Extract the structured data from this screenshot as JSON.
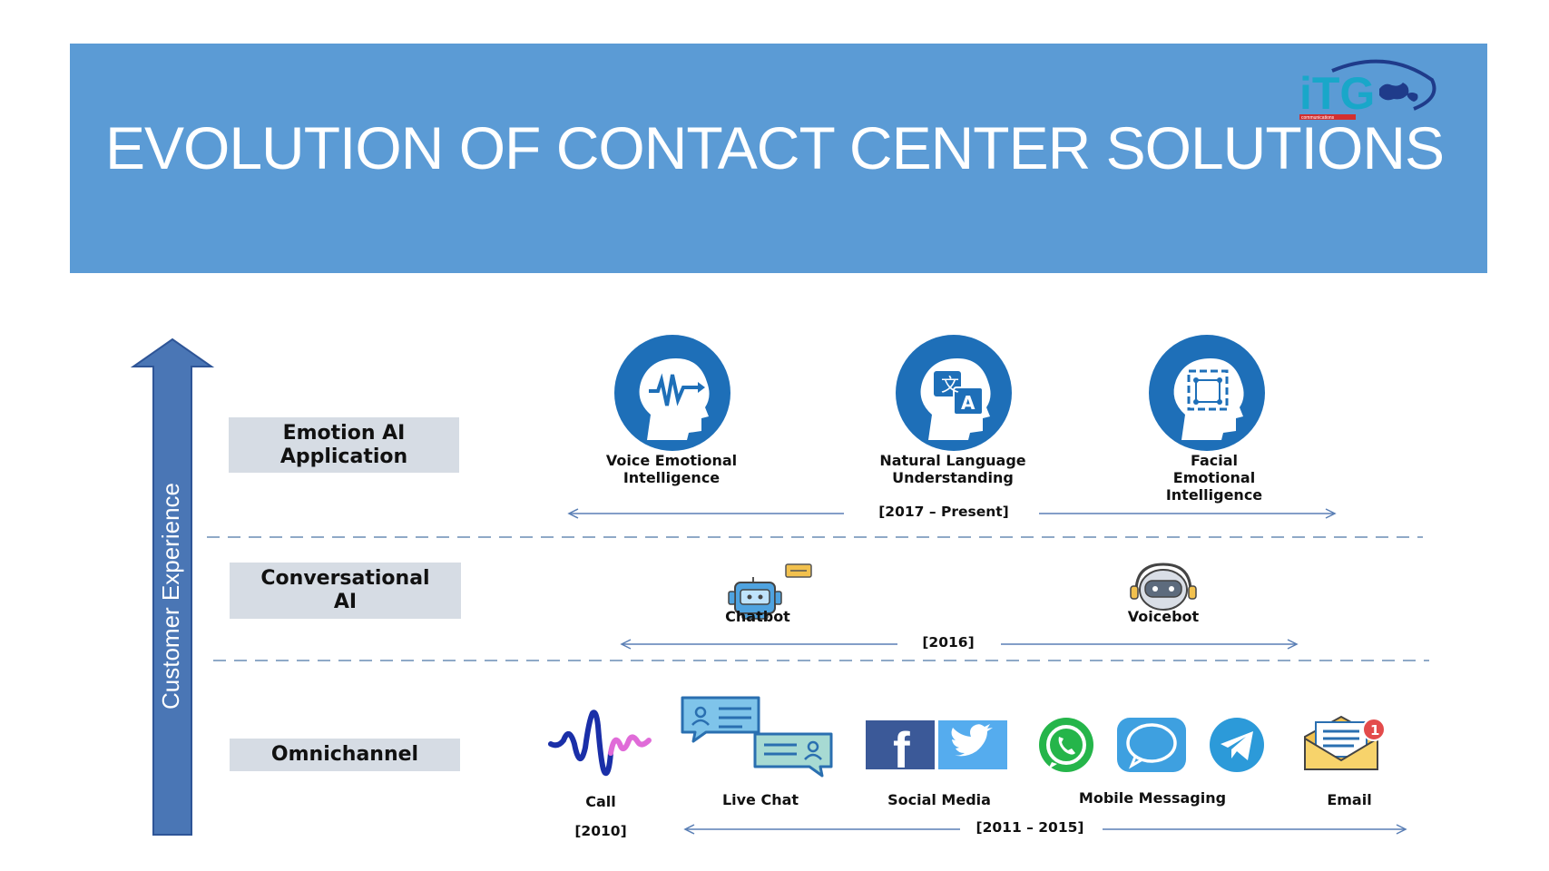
{
  "slide": {
    "title": "EVOLUTION OF CONTACT CENTER SOLUTIONS",
    "banner_color": "#5b9bd5",
    "logo": {
      "text": "iTG",
      "subtext": "communications",
      "icon": "globe-logo-icon"
    }
  },
  "axis": {
    "label": "Customer Experience",
    "color": "#4a76b5"
  },
  "tiers": [
    {
      "label_lines": [
        "Emotion AI",
        "Application"
      ],
      "period": "[2017 – Present]",
      "items": [
        {
          "icon": "voice-emotion-head-icon",
          "label_lines": [
            "Voice Emotional",
            "Intelligence"
          ]
        },
        {
          "icon": "translate-head-icon",
          "label_lines": [
            "Natural Language",
            "Understanding"
          ]
        },
        {
          "icon": "face-scan-head-icon",
          "label_lines": [
            "Facial",
            "Emotional",
            "Intelligence"
          ]
        }
      ]
    },
    {
      "label_lines": [
        "Conversational",
        "AI"
      ],
      "period": "[2016]",
      "items": [
        {
          "icon": "chatbot-icon",
          "label": "Chatbot"
        },
        {
          "icon": "voicebot-icon",
          "label": "Voicebot"
        }
      ]
    },
    {
      "label": "Omnichannel",
      "period_call": "[2010]",
      "period": "[2011 – 2015]",
      "items": [
        {
          "icon": "call-wave-icon",
          "label": "Call"
        },
        {
          "icon": "live-chat-icon",
          "label": "Live Chat"
        },
        {
          "icon": "social-media-icon",
          "label": "Social Media"
        },
        {
          "icon": "mobile-messaging-icon",
          "label": "Mobile Messaging"
        },
        {
          "icon": "email-icon",
          "label": "Email"
        }
      ]
    }
  ]
}
